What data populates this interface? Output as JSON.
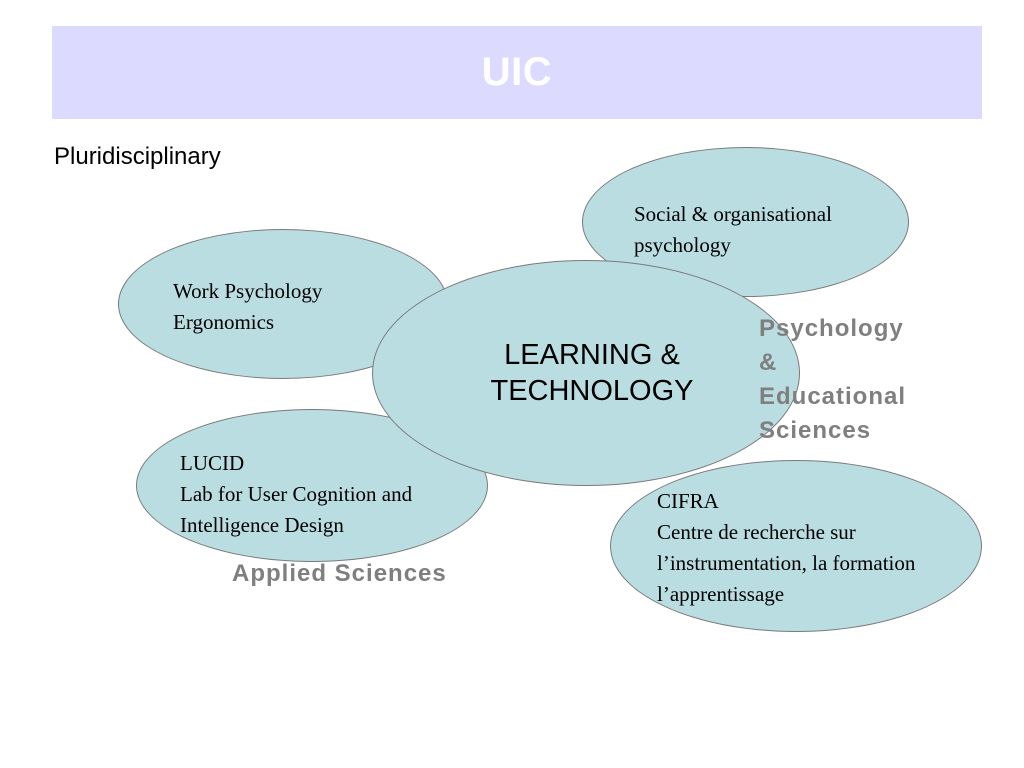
{
  "slide": {
    "title": "UIC",
    "subtitle": "Pluridisciplinary"
  },
  "diagram": {
    "center": {
      "line1": "LEARNING &",
      "line2": "TECHNOLOGY"
    },
    "nodes": {
      "social": {
        "line1": "Social & organisational",
        "line2": "psychology"
      },
      "work": {
        "line1": "Work Psychology",
        "line2": "Ergonomics"
      },
      "lucid": {
        "line1": "LUCID",
        "line2": "Lab for User Cognition and",
        "line3": "Intelligence Design"
      },
      "cifra": {
        "line1": "CIFRA",
        "line2": "Centre de recherche sur",
        "line3": "l’instrumentation, la formation",
        "line4": "l’apprentissage"
      }
    },
    "categories": {
      "psychology": {
        "line1": "Psychology",
        "line2": "&",
        "line3": "Educational",
        "line4": "Sciences"
      },
      "applied": "Applied Sciences"
    }
  },
  "colors": {
    "title_bar": "#dcdaff",
    "ellipse_fill": "#badde2",
    "category_text": "#7f7f7f"
  }
}
